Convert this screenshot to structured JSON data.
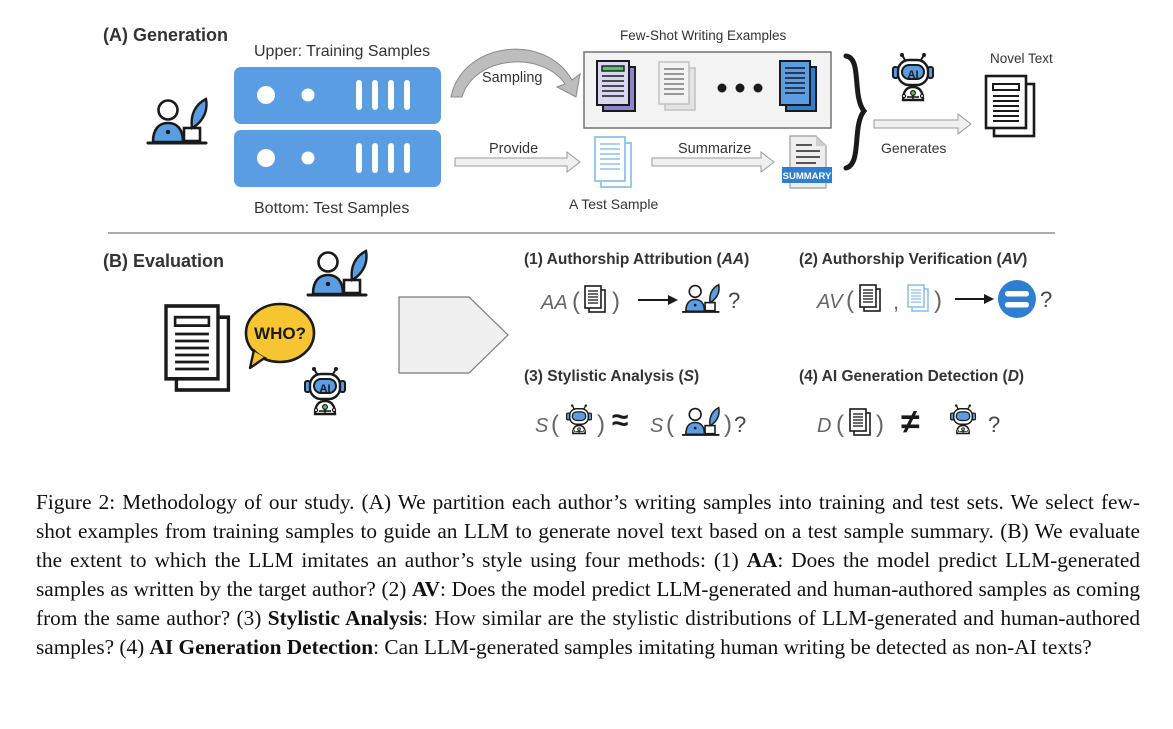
{
  "generation": {
    "section_title": "(A) Generation",
    "upper_label": "Upper: Training Samples",
    "bottom_label": "Bottom: Test Samples",
    "sampling_label": "Sampling",
    "provide_label": "Provide",
    "fewshot_title": "Few-Shot Writing Examples",
    "test_sample_label": "A Test Sample",
    "summarize_label": "Summarize",
    "summary_badge": "SUMMARY",
    "ai_badge": "AI",
    "generates_label": "Generates",
    "novel_text_label": "Novel Text"
  },
  "evaluation": {
    "section_title": "(B) Evaluation",
    "who_label": "WHO?",
    "ai_badge": "AI",
    "methods": [
      {
        "name": "(1) Authorship Attribution (",
        "abbr": "AA",
        "close": ")",
        "formula_fn": "AA",
        "question": "?"
      },
      {
        "name": "(2) Authorship Verification (",
        "abbr": "AV",
        "close": ")",
        "formula_fn": "AV",
        "separator": ",",
        "question": "?"
      },
      {
        "name": "(3) Stylistic Analysis (",
        "abbr": "S",
        "close": ")",
        "formula_fn": "S",
        "approx": "≈",
        "question": "?"
      },
      {
        "name": "(4) AI Generation Detection (",
        "abbr": "D",
        "close": ")",
        "formula_fn": "D",
        "neq": "≠",
        "question": "?"
      }
    ]
  },
  "caption": {
    "lead": "Figure 2: Methodology of our study. (A) We partition each author’s writing samples into training and test sets. We select few-shot examples from training samples to guide an LLM to generate novel text based on a test sample summary. (B) We evaluate the extent to which the LLM imitates an author’s style using four methods: (1) ",
    "aa_bold": "AA",
    "aa_text": ": Does the model predict LLM-generated samples as written by the target author? (2) ",
    "av_bold": "AV",
    "av_text": ": Does the model predict LLM-generated and human-authored samples as coming from the same author? (3) ",
    "sa_bold": "Stylistic Analysis",
    "sa_text": ": How similar are the stylistic distributions of LLM-generated and human-authored samples? (4) ",
    "aid_bold": "AI Generation Detection",
    "aid_text": ": Can LLM-generated samples imitating human writing be detected as non-AI texts?"
  },
  "colors": {
    "server_blue": "#5b9de3",
    "doc_blue": "#2f7fd1",
    "doc_light_blue": "#8fc1ec",
    "doc_purple": "#8a86c9",
    "accent_green": "#56c36b",
    "who_yellow": "#f7c531",
    "ink": "#1a1a1a",
    "gray_arrow": "#bdbdbd"
  }
}
